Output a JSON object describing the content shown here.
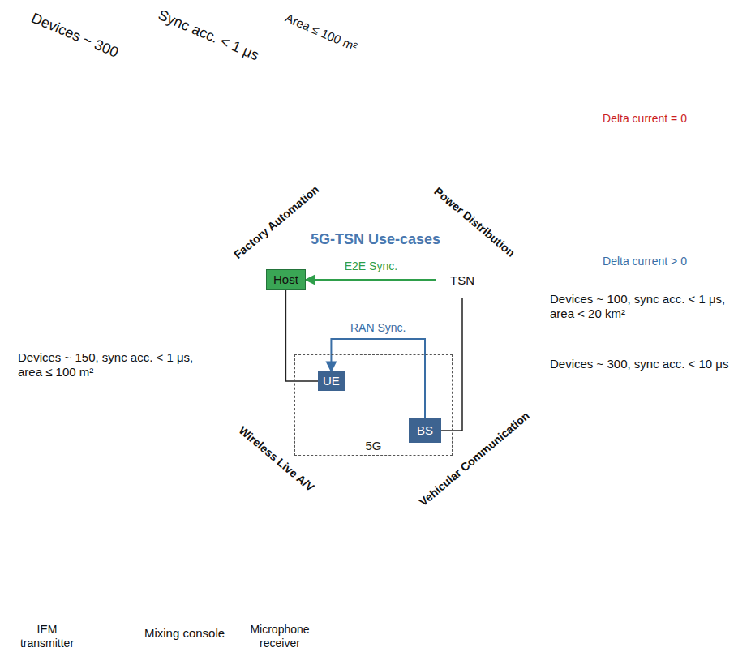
{
  "diagram": {
    "nodes": [
      {
        "text": [
          "5G-TSN Use-cases"
        ]
      },
      {
        "text": [
          "Host"
        ],
        "in": 0
      },
      {
        "text": [
          "TSN"
        ],
        "in": 0
      },
      {
        "text": [
          "5G"
        ],
        "in": 0
      },
      {
        "text": [
          "UE"
        ],
        "in": 3
      },
      {
        "text": [
          "BS"
        ],
        "in": 3
      }
    ],
    "edges": [
      {
        "from": 2,
        "to": 1,
        "arrow": "to",
        "label": "E2E Sync."
      },
      {
        "from": 5,
        "to": 4,
        "arrow": "to",
        "label": "RAN Sync."
      },
      {
        "from": 1,
        "to": 4,
        "arrow": "none"
      },
      {
        "from": 2,
        "to": 5,
        "arrow": "none"
      }
    ],
    "labels": [
      "Devices ~ 300",
      "Sync acc. < 1 μs",
      "Area ≤ 100 m²",
      "Factory Automation",
      "Power Distribution",
      "Wireless Live A/V",
      "Vehicular Communication",
      "Delta current = 0",
      "Delta current > 0",
      "Devices ~ 100, sync acc. < 1 μs, area < 20 km²",
      "Devices ~ 150, sync acc. < 1 μs, area ≤ 100 m²",
      "IEM transmitter",
      "Mixing console",
      "Microphone receiver",
      "Devices ~ 300, sync acc. < 10 μs"
    ]
  }
}
